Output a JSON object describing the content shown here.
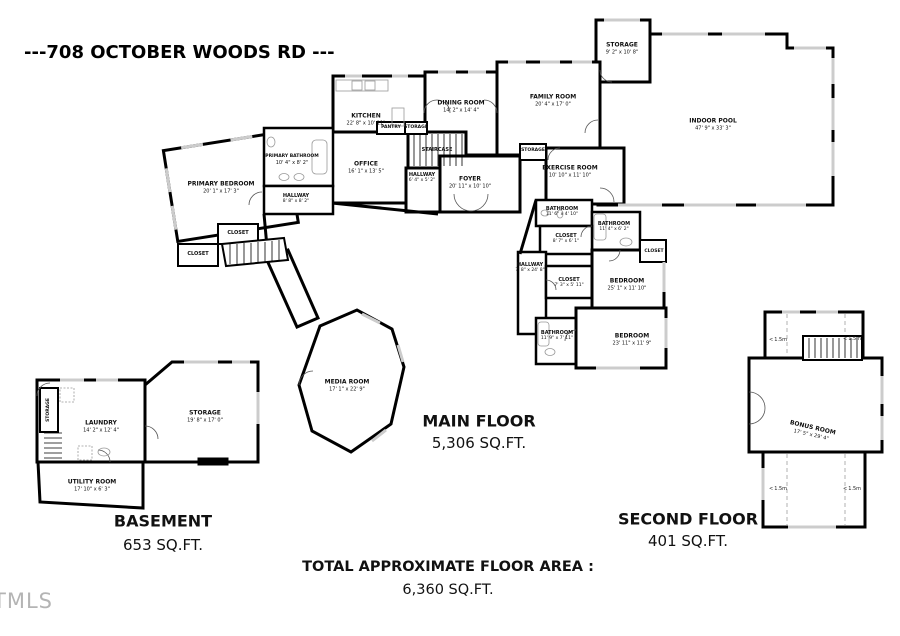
{
  "title": "---708 OCTOBER WOODS RD ---",
  "watermark": "TMLS",
  "floors": {
    "main": {
      "name": "MAIN FLOOR",
      "area": "5,306 SQ.FT."
    },
    "basement": {
      "name": "BASEMENT",
      "area": "653 SQ.FT."
    },
    "second": {
      "name": "SECOND FLOOR",
      "area": "401 SQ.FT."
    }
  },
  "total": {
    "label": "TOTAL APPROXIMATE FLOOR AREA :",
    "area": "6,360 SQ.FT."
  },
  "rooms": {
    "kitchen": {
      "name": "KITCHEN",
      "dims": "22' 8\" x 10' 11\""
    },
    "pantry": {
      "name": "PANTRY"
    },
    "kitchen_storage": {
      "name": "STORAGE"
    },
    "dining_room": {
      "name": "DINING ROOM",
      "dims": "14' 2\" x 14' 4\""
    },
    "family_room": {
      "name": "FAMILY ROOM",
      "dims": "20' 4\" x 17' 0\""
    },
    "pool_storage": {
      "name": "STORAGE",
      "dims": "9' 2\" x 10' 8\""
    },
    "indoor_pool": {
      "name": "INDOOR POOL",
      "dims": "47' 9\" x 33' 3\""
    },
    "office": {
      "name": "OFFICE",
      "dims": "16' 1\" x 13' 5\""
    },
    "staircase": {
      "name": "STAIRCASE"
    },
    "stair_hallway": {
      "name": "HALLWAY",
      "dims": "6' 4\" x 5' 2\""
    },
    "foyer": {
      "name": "FOYER",
      "dims": "20' 11\" x 10' 10\""
    },
    "mid_storage": {
      "name": "STORAGE"
    },
    "exercise_room": {
      "name": "EXERCISE ROOM",
      "dims": "10' 10\" x 11' 10\""
    },
    "primary_bedroom": {
      "name": "PRIMARY BEDROOM",
      "dims": "20' 1\" x 17' 3\""
    },
    "primary_bathroom": {
      "name": "PRIMARY BATHROOM",
      "dims": "10' 4\" x 8' 2\""
    },
    "main_hallway": {
      "name": "HALLWAY",
      "dims": "8' 8\" x 8' 2\""
    },
    "closet_1": {
      "name": "CLOSET"
    },
    "closet_2": {
      "name": "CLOSET"
    },
    "bathroom_1": {
      "name": "BATHROOM",
      "dims": "11' 6\" x 4' 10\""
    },
    "bathroom_2": {
      "name": "BATHROOM",
      "dims": "11' 4\" x 6' 2\""
    },
    "closet_3": {
      "name": "CLOSET",
      "dims": "8' 7\" x 6' 1\""
    },
    "closet_4": {
      "name": "CLOSET"
    },
    "wing_hallway": {
      "name": "HALLWAY",
      "dims": "7' 8\" x 24' 8\""
    },
    "closet_5": {
      "name": "CLOSET",
      "dims": "7' 3\" x 5' 11\""
    },
    "bedroom_1": {
      "name": "BEDROOM",
      "dims": "25' 1\" x 11' 10\""
    },
    "bathroom_3": {
      "name": "BATHROOM",
      "dims": "11' 9\" x 7' 11\""
    },
    "bedroom_2": {
      "name": "BEDROOM",
      "dims": "23' 11\" x 11' 9\""
    },
    "media_room": {
      "name": "MEDIA ROOM",
      "dims": "17' 1\" x 22' 9\""
    },
    "laundry": {
      "name": "LAUNDRY",
      "dims": "14' 2\" x 12' 4\""
    },
    "basement_storage": {
      "name": "STORAGE",
      "dims": "19' 8\" x 17' 0\""
    },
    "utility_room": {
      "name": "UTILITY ROOM",
      "dims": "17' 10\" x 6' 3\""
    },
    "basement_closet": {
      "name": "STORAGE"
    },
    "bonus_room": {
      "name": "BONUS ROOM",
      "dims": "17' 5\" x 29' 4\""
    }
  },
  "annotations": {
    "ceiling_height": "1.5m",
    "arrow": "<"
  }
}
